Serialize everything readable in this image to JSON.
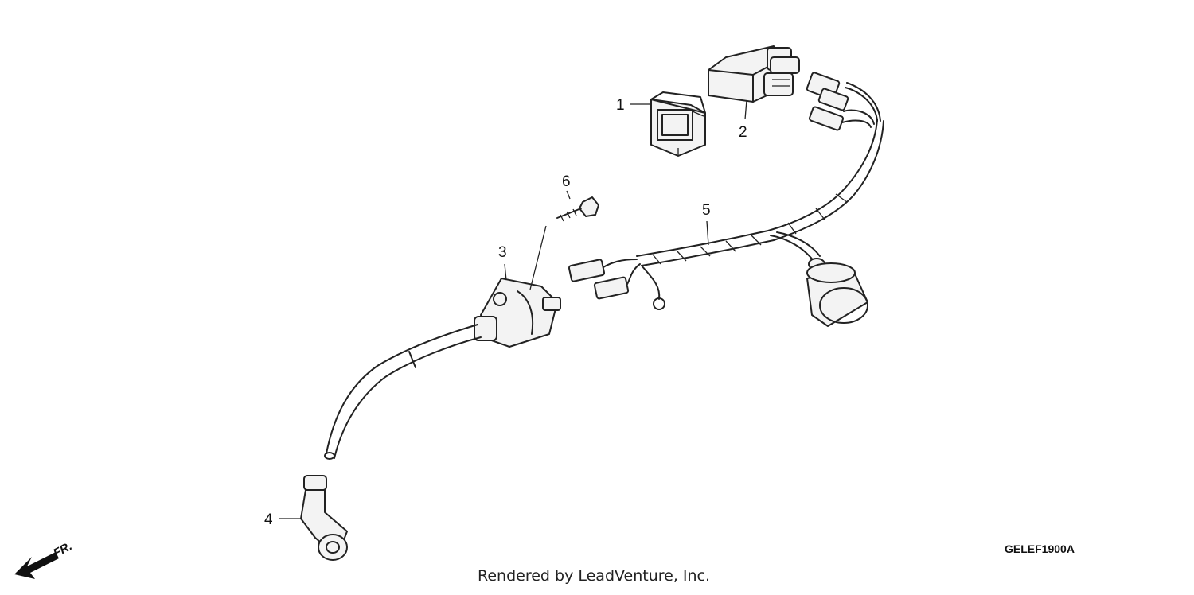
{
  "diagram": {
    "diagram_code": "GELEF1900A",
    "credit": "Rendered by LeadVenture, Inc.",
    "direction": {
      "label": "FR.",
      "icon": "front-arrow-icon"
    },
    "callouts": [
      {
        "number": "1",
        "part": "relay-block"
      },
      {
        "number": "2",
        "part": "control-unit"
      },
      {
        "number": "3",
        "part": "ignition-coil"
      },
      {
        "number": "4",
        "part": "spark-plug-cap"
      },
      {
        "number": "5",
        "part": "wire-harness"
      },
      {
        "number": "6",
        "part": "bolt"
      }
    ]
  }
}
